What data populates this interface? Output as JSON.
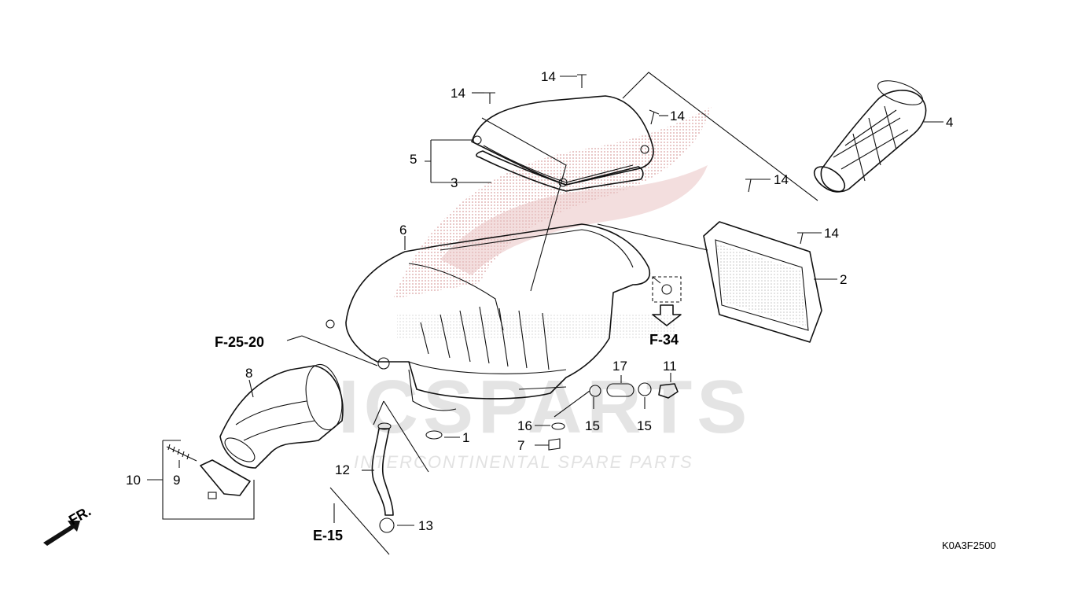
{
  "watermark": {
    "brand": "ICSPARTS",
    "tagline": "INTERCONTINENTAL SPARE PARTS",
    "logo_color": "#e8b7b7"
  },
  "diagram_code": "K0A3F2500",
  "references": {
    "f25_20": "F-25-20",
    "f34": "F-34",
    "e15": "E-15",
    "front": "FR."
  },
  "labels": {
    "p1": "1",
    "p2": "2",
    "p3": "3",
    "p4": "4",
    "p5": "5",
    "p6": "6",
    "p7": "7",
    "p8": "8",
    "p9": "9",
    "p10": "10",
    "p11": "11",
    "p12": "12",
    "p13": "13",
    "p14a": "14",
    "p14b": "14",
    "p14c": "14",
    "p14d": "14",
    "p14e": "14",
    "p15a": "15",
    "p15b": "15",
    "p16": "16",
    "p17": "17"
  }
}
